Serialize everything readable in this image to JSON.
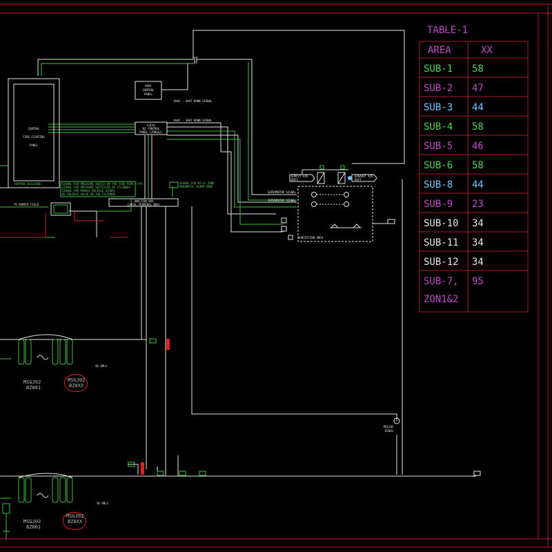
{
  "colors": {
    "background": "#000000",
    "border": "#c8102e",
    "wire_green": "#3fbf3f",
    "wire_white": "#e6e6e6",
    "magenta": "#c04ac4",
    "cyan": "#6fc6ff",
    "label_green": "#56d156",
    "red": "#e02020",
    "table_line": "#b01c2b"
  },
  "table": {
    "title": "TABLE-1",
    "header": {
      "area": "AREA",
      "xx": "XX"
    },
    "rows": [
      {
        "area": "SUB-1",
        "xx": "58",
        "color": "#56d156"
      },
      {
        "area": "SUB-2",
        "xx": "47",
        "color": "#c04ac4"
      },
      {
        "area": "SUB-3",
        "xx": "44",
        "color": "#6fc6ff"
      },
      {
        "area": "SUB-4",
        "xx": "58",
        "color": "#56d156"
      },
      {
        "area": "SUB-5",
        "xx": "46",
        "color": "#c04ac4"
      },
      {
        "area": "SUB-6",
        "xx": "58",
        "color": "#56d156"
      },
      {
        "area": "SUB-8",
        "xx": "44",
        "color": "#6fc6ff"
      },
      {
        "area": "SUB-9",
        "xx": "23",
        "color": "#c04ac4"
      },
      {
        "area": "SUB-10",
        "xx": "34",
        "color": "#e6e6e6"
      },
      {
        "area": "SUB-11",
        "xx": "34",
        "color": "#e6e6e6"
      },
      {
        "area": "SUB-12",
        "xx": "34",
        "color": "#e6e6e6"
      },
      {
        "area": "SUB-7,\nZON1&2",
        "xx": "95",
        "color": "#c04ac4"
      }
    ]
  },
  "labels": {
    "hvac_panel": [
      "HVAC",
      "CONTROL",
      "PANEL"
    ],
    "local_panel": [
      "LOCAL",
      "N2 CONTROL",
      "PANEL (ZON1&2)"
    ],
    "central_panel": [
      "CENTRAL",
      "FIRE FIGHTING",
      "PANEL"
    ],
    "control_building": "CONTROL BUILDING",
    "hvac_shutdown_1": "HVAC - SHUT DOWN SIGNAL",
    "hvac_shutdown_2": "HVAC - SHUT DOWN SIGNAL",
    "junction_box": [
      "JUNCTION BOX",
      "(LOCAL TERMINAL BOX)"
    ],
    "notes": [
      "SIGNAL FOR PRESSURE SWITCH ON THE FEED PIPE (TYP)",
      "SIGNAL FOR PRESSURE SWITCH/OR N2 CYLINDER",
      "SIGNAL FOR MANUAL RELEASE SIGNAL",
      "N2 RELEASE VALVE ON THE CYLINDER"
    ],
    "signal_notes": [
      "SIGNAL FOR N2(4) ZONE",
      "PNEUMATIC ALARM ZONE"
    ],
    "to_remote": "TO REMOTE FIELD",
    "supply_duct": [
      "SUPPLY AIR",
      "DUCT"
    ],
    "exhaust_duct": [
      "EXHAUST AIR",
      "DUCT"
    ],
    "servo_signal_1": "SERVOMOTOR SIGNAL",
    "servo_signal_2": "SERVOMOTOR SIGNAL",
    "substation_area": "SUBSTATION AREA",
    "msgj_a": "MSGJ02",
    "bz_a": "BZ001",
    "msgj_b": "MSGJ02",
    "bz_b": "BZ0XX",
    "msgj_c": "MSGJ02",
    "bz_c": "BZ001",
    "msgj_d": "MSGJ02",
    "bz_d": "BZ0XX",
    "msgj_mid": "MSGJ02",
    "bz_mid": "BZ001",
    "sml": "SR SMLS",
    "sml2": "SR SMLS"
  }
}
